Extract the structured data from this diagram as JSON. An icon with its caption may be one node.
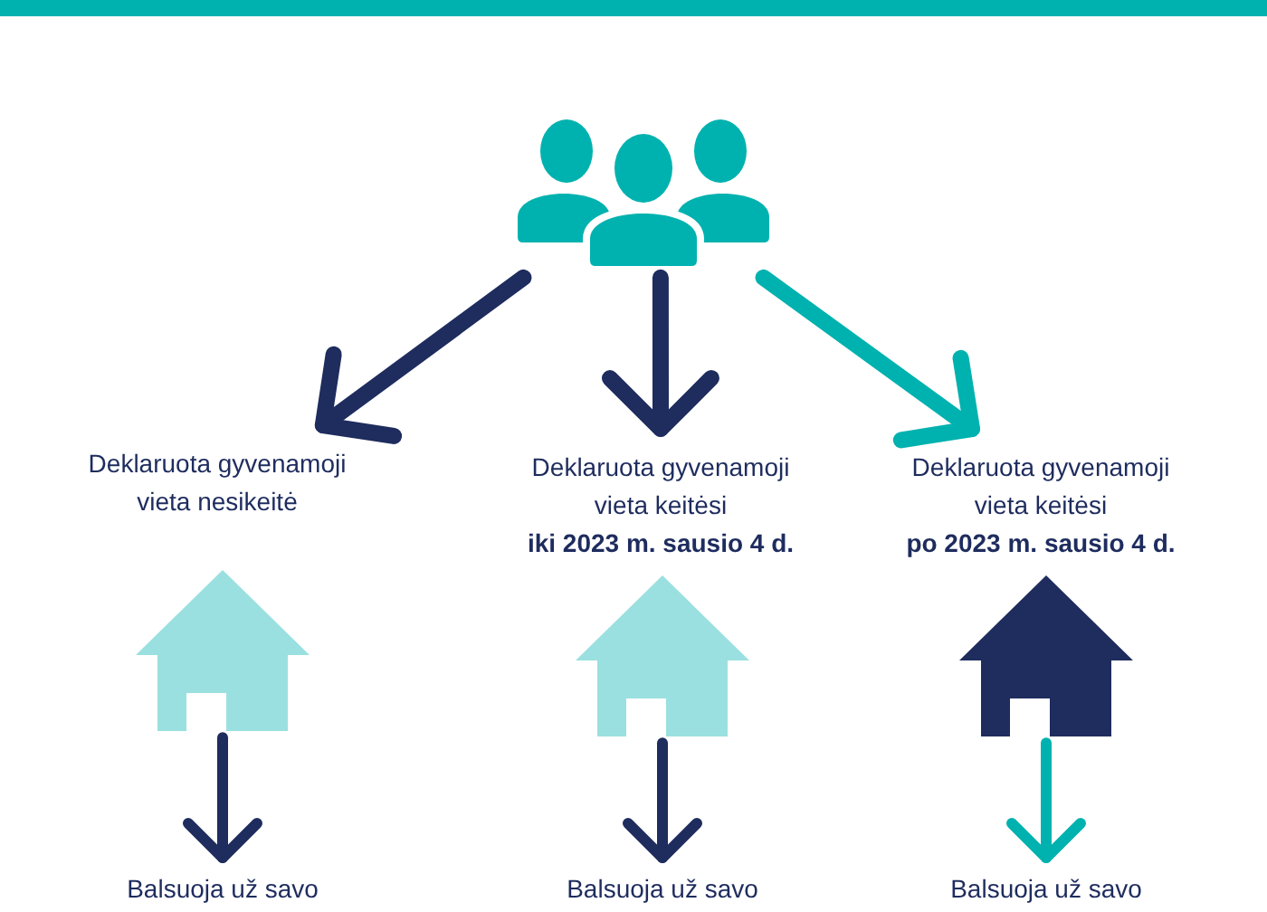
{
  "diagram": {
    "nodes": [
      {
        "text": [],
        "shape": "people"
      },
      {
        "text": [
          "Deklaruota gyvenamoji vieta nesikeitė"
        ]
      },
      {
        "text": [
          "Deklaruota gyvenamoji vieta keitėsi **iki 2023 m. sausio 4 d.**"
        ]
      },
      {
        "text": [
          "Deklaruota gyvenamoji vieta keitėsi **po 2023 m. sausio 4 d.**"
        ]
      },
      {
        "text": [],
        "shape": "house"
      },
      {
        "text": [],
        "shape": "house"
      },
      {
        "text": [],
        "shape": "house"
      },
      {
        "text": [
          "Balsuoja už savo"
        ]
      },
      {
        "text": [
          "Balsuoja už savo"
        ]
      },
      {
        "text": [
          "Balsuoja už savo"
        ]
      }
    ],
    "edges": [
      {
        "from": 0,
        "to": 1,
        "arrow": "to"
      },
      {
        "from": 0,
        "to": 2,
        "arrow": "to"
      },
      {
        "from": 0,
        "to": 3,
        "arrow": "to",
        "color": "#00b2af"
      },
      {
        "from": 4,
        "to": 7,
        "arrow": "to"
      },
      {
        "from": 5,
        "to": 8,
        "arrow": "to"
      },
      {
        "from": 6,
        "to": 9,
        "arrow": "to",
        "color": "#00b2af"
      }
    ]
  }
}
